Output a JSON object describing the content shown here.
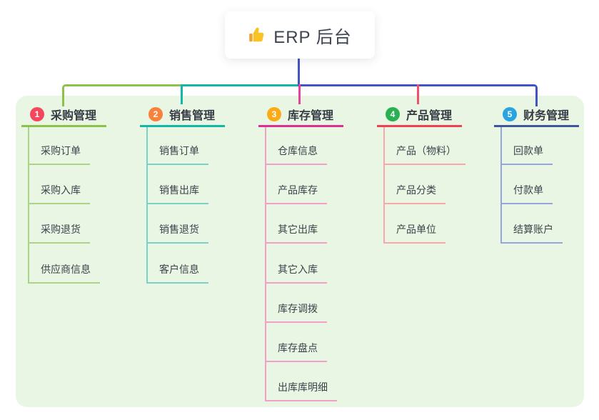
{
  "root": {
    "label": "ERP 后台",
    "icon": "thumbs-up-icon"
  },
  "connectors": {
    "root_line_color": "#4254c5",
    "rail_left_color": "#8ac24a",
    "rail_mid_color": "#12b7a9",
    "rail_right_color": "#4254c5"
  },
  "panel_color": "#e9f6e4",
  "branches": [
    {
      "number": "1",
      "title": "采购管理",
      "badge_color": "#f4465c",
      "line_color": "#8ac24a",
      "sub_line_color": "#aad584",
      "drop_color": "#8ac24a",
      "items": [
        "采购订单",
        "采购入库",
        "采购退货",
        "供应商信息"
      ]
    },
    {
      "number": "2",
      "title": "销售管理",
      "badge_color": "#f8823c",
      "line_color": "#12b7a9",
      "sub_line_color": "#79d2c8",
      "drop_color": "#12b7a9",
      "items": [
        "销售订单",
        "销售出库",
        "销售退货",
        "客户信息"
      ]
    },
    {
      "number": "3",
      "title": "库存管理",
      "badge_color": "#fbab18",
      "line_color": "#df2e90",
      "sub_line_color": "#f2a0c8",
      "drop_color": "#e8439a",
      "items": [
        "仓库信息",
        "产品库存",
        "其它出库",
        "其它入库",
        "库存调拨",
        "库存盘点",
        "出库库明细"
      ]
    },
    {
      "number": "4",
      "title": "产品管理",
      "badge_color": "#28b052",
      "line_color": "#f2414e",
      "sub_line_color": "#f8a8a8",
      "drop_color": "#f14f6d",
      "items": [
        "产品（物料）",
        "产品分类",
        "产品单位"
      ]
    },
    {
      "number": "5",
      "title": "财务管理",
      "badge_color": "#29a4df",
      "line_color": "#3d569e",
      "sub_line_color": "#93a7dc",
      "drop_color": "#4254c5",
      "items": [
        "回款单",
        "付款单",
        "结算账户"
      ]
    }
  ]
}
